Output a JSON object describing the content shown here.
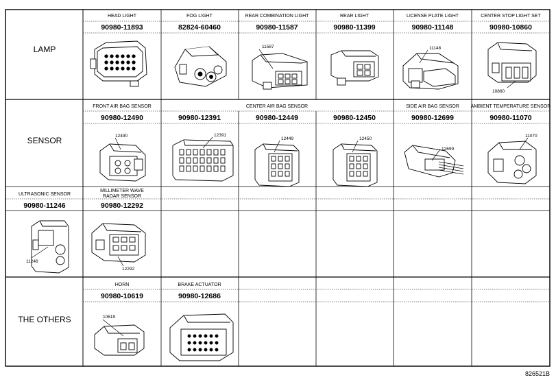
{
  "categories": {
    "lamp": "LAMP",
    "sensor": "SENSOR",
    "others": "THE OTHERS"
  },
  "lamp": [
    {
      "name": "HEAD LIGHT",
      "part": "90980-11893"
    },
    {
      "name": "FOG LIGHT",
      "part": "82824-60460"
    },
    {
      "name": "REAR COMBINATION LIGHT",
      "part": "90980-11587",
      "callout": "11587"
    },
    {
      "name": "REAR LIGHT",
      "part": "90980-11399"
    },
    {
      "name": "LICENSE PLATE LIGHT",
      "part": "90980-11148",
      "callout": "11148"
    },
    {
      "name": "CENTER STOP LIGHT SET",
      "part": "90980-10860",
      "callout": "10860"
    }
  ],
  "sensor": {
    "front_air_bag": {
      "name": "FRONT AIR BAG SENSOR",
      "part": "90980-12490",
      "callout": "12490"
    },
    "center_air_bag": {
      "name": "CENTER AIR BAG SENSOR",
      "parts": [
        {
          "part": "90980-12391",
          "callout": "12391"
        },
        {
          "part": "90980-12449",
          "callout": "12449"
        },
        {
          "part": "90980-12450",
          "callout": "12450"
        }
      ]
    },
    "side_air_bag": {
      "name": "SIDE AIR BAG SENSOR",
      "part": "90980-12699",
      "callout": "12699"
    },
    "ambient_temp": {
      "name": "AMBIENT TEMPERATURE SENSOR",
      "part": "90980-11070",
      "callout": "11070"
    },
    "ultrasonic": {
      "name": "ULTRASONIC SENSOR",
      "part": "90980-11246",
      "callout": "11246"
    },
    "mmwave": {
      "name_line1": "MILLIMETER WAVE",
      "name_line2": "RADAR SENSOR",
      "part": "90980-12292",
      "callout": "12292"
    }
  },
  "others": [
    {
      "name": "HORN",
      "part": "90980-10619",
      "callout": "10619"
    },
    {
      "name": "BRAKE ACTUATOR",
      "part": "90980-12686"
    }
  ],
  "figure_id": "826521B"
}
